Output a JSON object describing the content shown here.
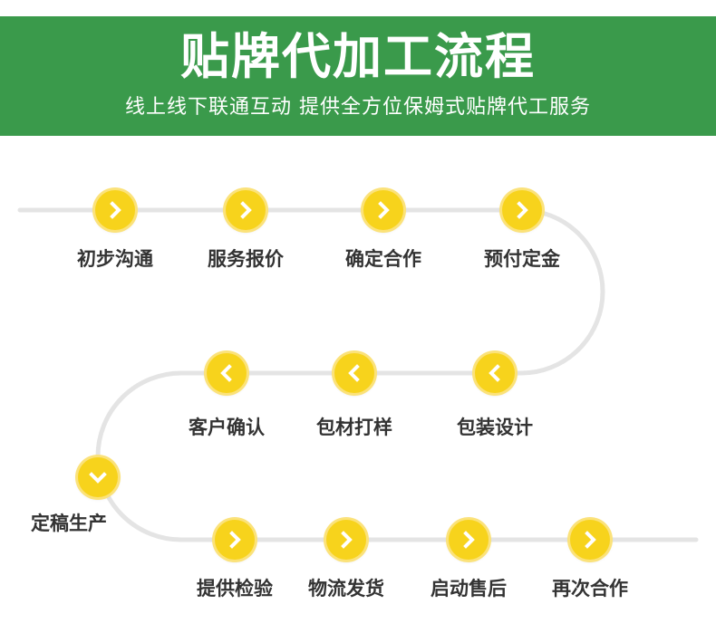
{
  "header": {
    "title": "贴牌代加工流程",
    "subtitle": "线上线下联通互动 提供全方位保姆式贴牌代工服务"
  },
  "colors": {
    "banner": "#3a9a4b",
    "node": "#f7d31c",
    "track": "#e4e4e4",
    "label": "#333333"
  },
  "steps": [
    {
      "label": "初步沟通",
      "icon": "chevron-right-icon"
    },
    {
      "label": "服务报价",
      "icon": "chevron-right-icon"
    },
    {
      "label": "确定合作",
      "icon": "chevron-right-icon"
    },
    {
      "label": "预付定金",
      "icon": "chevron-right-icon"
    },
    {
      "label": "包装设计",
      "icon": "chevron-left-icon"
    },
    {
      "label": "包材打样",
      "icon": "chevron-left-icon"
    },
    {
      "label": "客户确认",
      "icon": "chevron-left-icon"
    },
    {
      "label": "定稿生产",
      "icon": "chevron-down-icon"
    },
    {
      "label": "提供检验",
      "icon": "chevron-right-icon"
    },
    {
      "label": "物流发货",
      "icon": "chevron-right-icon"
    },
    {
      "label": "启动售后",
      "icon": "chevron-right-icon"
    },
    {
      "label": "再次合作",
      "icon": "chevron-right-icon"
    }
  ]
}
